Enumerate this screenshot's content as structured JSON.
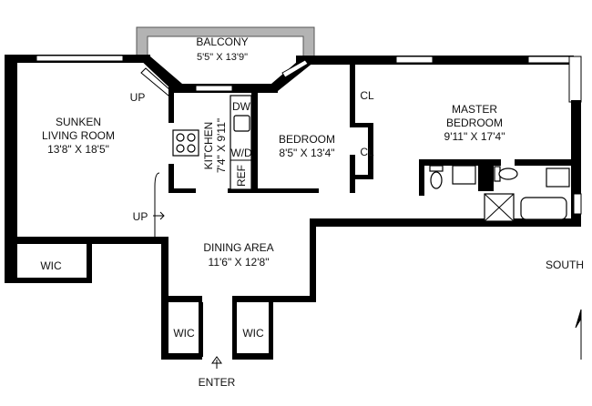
{
  "rooms": {
    "balcony": {
      "name": "BALCONY",
      "dims": "5'5\" X 13'9\""
    },
    "living": {
      "name1": "SUNKEN",
      "name2": "LIVING ROOM",
      "dims": "13'8\" X 18'5\""
    },
    "kitchen": {
      "name": "KITCHEN",
      "dims": "7'4\" X 9'11\""
    },
    "bedroom": {
      "name": "BEDROOM",
      "dims": "8'5\" X 13'4\""
    },
    "master": {
      "name1": "MASTER",
      "name2": "BEDROOM",
      "dims": "9'11\" X 17'4\""
    },
    "dining": {
      "name": "DINING AREA",
      "dims": "11'6\" X 12'8\""
    }
  },
  "labels": {
    "up1": "UP",
    "up2": "UP",
    "dw": "DW",
    "wd": "W/D",
    "ref": "REF",
    "cl1": "CL",
    "cl2": "CL",
    "wic1": "WIC",
    "wic2": "WIC",
    "wic3": "WIC",
    "enter": "ENTER",
    "south": "SOUTH"
  },
  "colors": {
    "wall": "#000000",
    "balcony": "#b3b3b3"
  }
}
